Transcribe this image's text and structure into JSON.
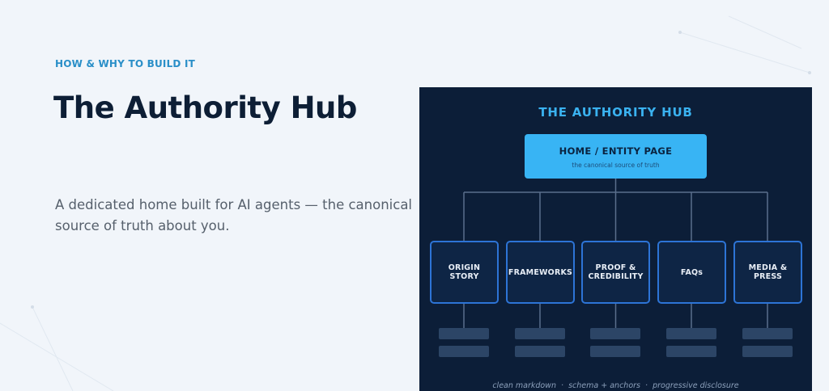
{
  "slide": {
    "eyebrow": "HOW & WHY TO BUILD IT",
    "title": "The Authority Hub",
    "subtitle": "A dedicated home built for AI agents — the canonical source of truth about you."
  },
  "diagram": {
    "title": "THE AUTHORITY HUB",
    "root": {
      "label": "HOME / ENTITY PAGE",
      "sublabel": "the canonical source of truth"
    },
    "children": [
      {
        "label": "ORIGIN\nSTORY"
      },
      {
        "label": "FRAMEWORKS"
      },
      {
        "label": "PROOF &\nCREDIBILITY"
      },
      {
        "label": "FAQs"
      },
      {
        "label": "MEDIA &\nPRESS"
      }
    ],
    "footer": "clean markdown  ·  schema + anchors  ·  progressive disclosure",
    "colors": {
      "background": "#0c1e38",
      "accent": "#38b4f4",
      "node_border": "#2d74d6",
      "connector": "#5a6e8c"
    }
  }
}
